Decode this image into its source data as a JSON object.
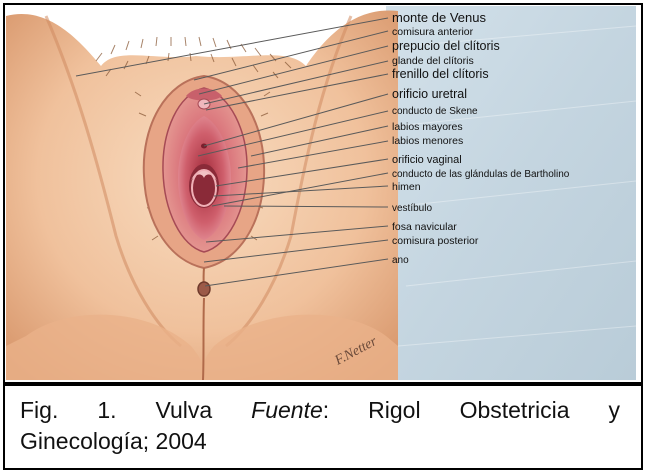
{
  "figure": {
    "labels": [
      "monte de Venus",
      "comisura anterior",
      "prepucio del clítoris",
      "glande del clítoris",
      "frenillo del clítoris",
      "orificio uretral",
      "conducto de Skene",
      "labios mayores",
      "labios menores",
      "orificio vaginal",
      "conducto de las glándulas de Bartholino",
      "himen",
      "vestíbulo",
      "fosa navicular",
      "comisura posterior",
      "ano"
    ],
    "artist_signature": "F.Netter"
  },
  "caption": {
    "fig": "Fig.",
    "number": "1.",
    "title": "Vulva",
    "source_label": "Fuente",
    "colon": ":",
    "w1": "Rigol",
    "w2": "Obstetricia",
    "w3": "y",
    "line2": "Ginecología; 2004"
  },
  "colors": {
    "background_panel": "#c9d9e3",
    "skin": "#f2c9a6",
    "skin_shadow": "#d99a72",
    "mucosa": "#d9727a",
    "mucosa_light": "#eba0a6",
    "leader_line": "#5a5a5a"
  }
}
